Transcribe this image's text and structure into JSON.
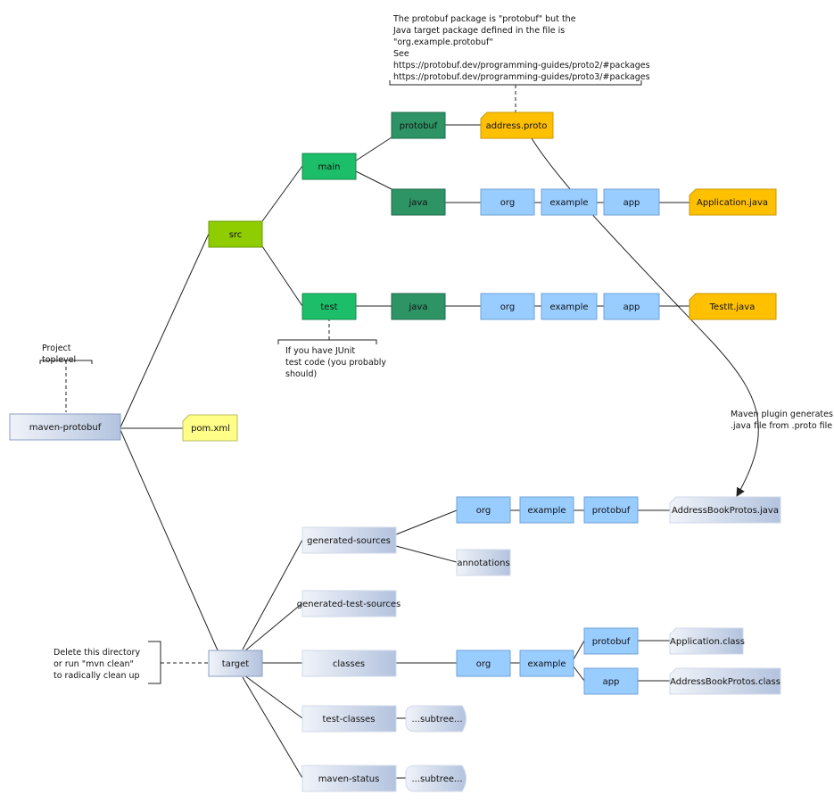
{
  "nodes": {
    "maven_protobuf": "maven-protobuf",
    "pom_xml": "pom.xml",
    "src": "src",
    "main": "main",
    "test": "test",
    "main_protobuf": "protobuf",
    "address_proto": "address.proto",
    "main_java": "java",
    "main_org": "org",
    "main_example": "example",
    "main_app": "app",
    "application_java": "Application.java",
    "test_java": "java",
    "test_org": "org",
    "test_example": "example",
    "test_app": "app",
    "testit_java": "TestIt.java",
    "target": "target",
    "generated_sources": "generated-sources",
    "gen_org": "org",
    "gen_example": "example",
    "gen_protobuf": "protobuf",
    "addressbookprotos_java": "AddressBookProtos.java",
    "annotations": "annotations",
    "generated_test_sources": "generated-test-sources",
    "classes": "classes",
    "cls_org": "org",
    "cls_example": "example",
    "cls_protobuf": "protobuf",
    "cls_app": "app",
    "application_class": "Application.class",
    "addressbookprotos_class": "AddressBookProtos.class",
    "test_classes": "test-classes",
    "test_classes_subtree": "...subtree...",
    "maven_status": "maven-status",
    "maven_status_subtree": "...subtree..."
  },
  "notes": {
    "project_toplevel": [
      "Project",
      "toplevel"
    ],
    "protobuf_package": [
      "The protobuf package is \"protobuf\" but the",
      "Java target package defined in the file is",
      "\"org.example.protobuf\"",
      "See",
      "https://protobuf.dev/programming-guides/proto2/#packages",
      "https://protobuf.dev/programming-guides/proto3/#packages"
    ],
    "junit": [
      "If you have JUnit",
      "test code (you probably",
      "should)"
    ],
    "maven_plugin": [
      "Maven plugin generates",
      ".java file from .proto file"
    ],
    "delete_target": [
      "Delete this directory",
      "or run \"mvn clean\"",
      "to radically clean up"
    ]
  },
  "colors": {
    "light_green": "#8fcc00",
    "bright_green": "#1dbe6a",
    "dark_green": "#2e9466",
    "orange_file": "#ffc000",
    "yellow_file": "#ffff88",
    "light_blue": "#99ccff",
    "pale_blue_start": "#eef2f8",
    "pale_blue_end": "#b7c6e0"
  }
}
